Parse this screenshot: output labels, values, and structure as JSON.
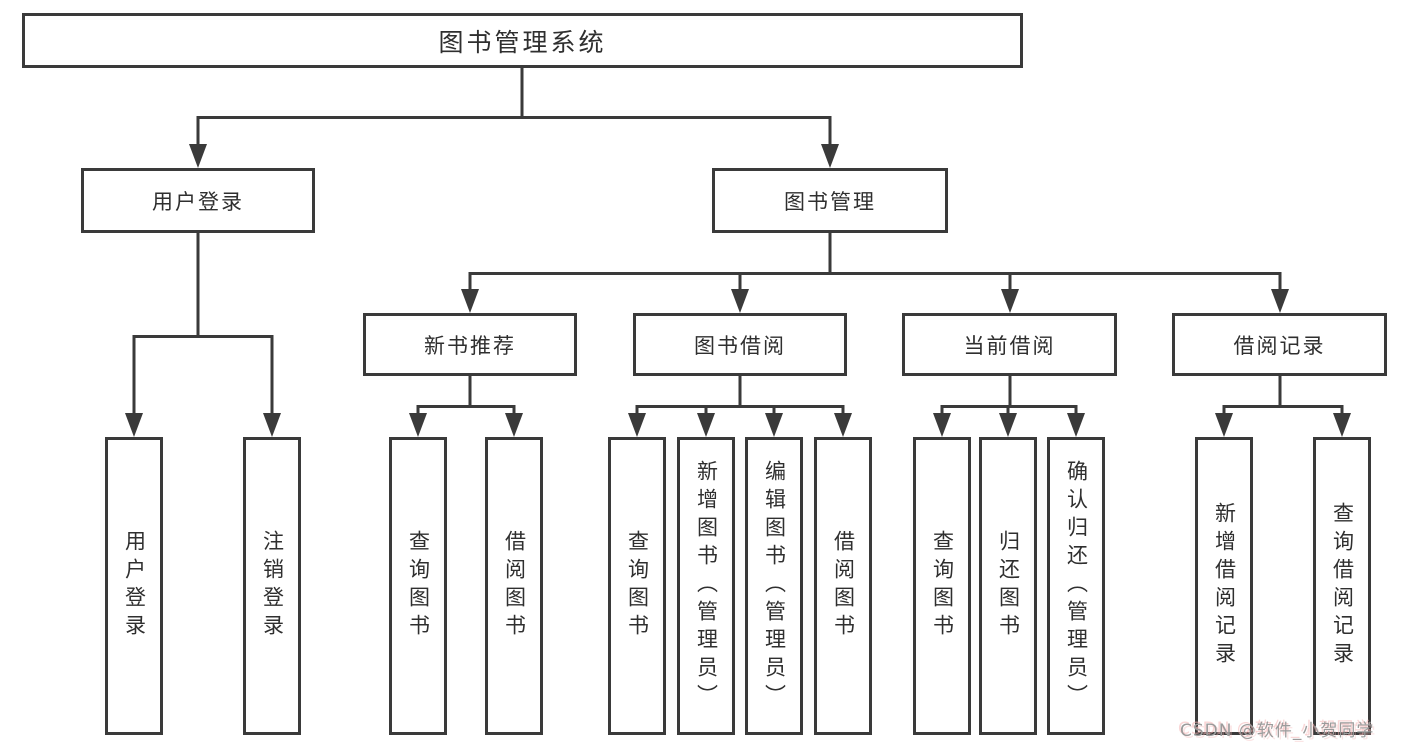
{
  "diagram": {
    "root": {
      "label": "图书管理系统"
    },
    "branches": [
      {
        "label": "用户登录",
        "children": [
          {
            "label": "用户登录"
          },
          {
            "label": "注销登录"
          }
        ]
      },
      {
        "label": "图书管理",
        "children": [
          {
            "label": "新书推荐",
            "children": [
              {
                "label": "查询图书"
              },
              {
                "label": "借阅图书"
              }
            ]
          },
          {
            "label": "图书借阅",
            "children": [
              {
                "label": "查询图书"
              },
              {
                "label": "新增图书（管理员）"
              },
              {
                "label": "编辑图书（管理员）"
              },
              {
                "label": "借阅图书"
              }
            ]
          },
          {
            "label": "当前借阅",
            "children": [
              {
                "label": "查询图书"
              },
              {
                "label": "归还图书"
              },
              {
                "label": "确认归还（管理员）"
              }
            ]
          },
          {
            "label": "借阅记录",
            "children": [
              {
                "label": "新增借阅记录"
              },
              {
                "label": "查询借阅记录"
              }
            ]
          }
        ]
      }
    ]
  },
  "watermark": {
    "text": "CSDN @软件_小贺同学"
  },
  "colors": {
    "line": "#3a3a3a",
    "box_border": "#3a3a3a",
    "text": "#2f2f2f",
    "background": "#ffffff",
    "watermark_text": "#9b9b9b",
    "watermark_tint": "#f4b4b4"
  }
}
